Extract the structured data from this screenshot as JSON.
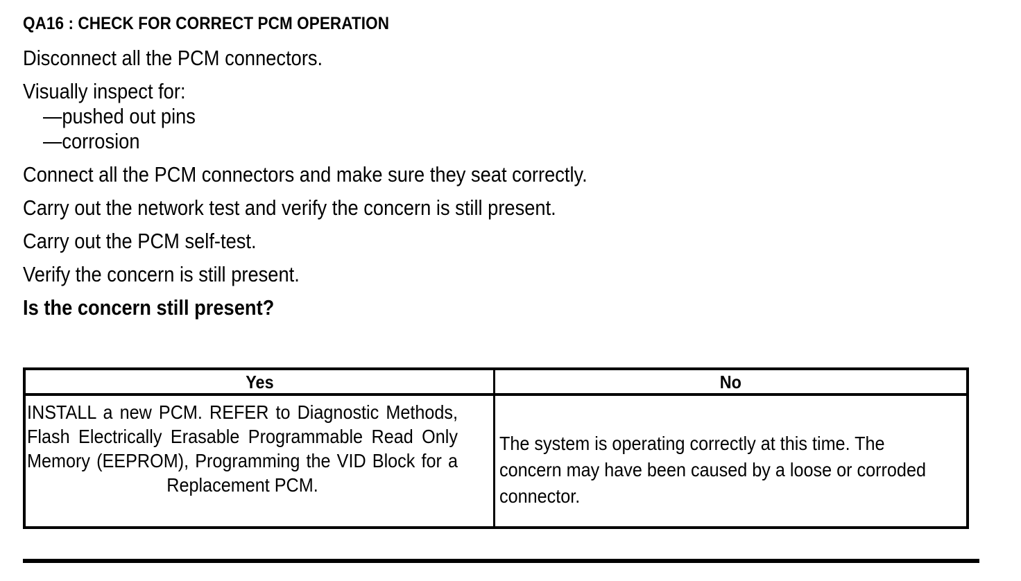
{
  "document": {
    "heading": "QA16 : CHECK FOR CORRECT PCM OPERATION",
    "steps": [
      "Disconnect all the PCM connectors.",
      "Visually inspect for:",
      "—pushed out pins",
      "—corrosion",
      "Connect all the PCM connectors and make sure they seat correctly.",
      "Carry out the network test and verify the concern is still present.",
      "Carry out the PCM self-test.",
      "Verify the concern is still present."
    ],
    "question": "Is the concern still present?"
  },
  "decision_table": {
    "headers": [
      "Yes",
      "No"
    ],
    "cells": [
      "INSTALL a new PCM. REFER to Diagnostic Methods, Flash Electrically Erasable Programmable Read Only Memory (EEPROM), Programming the VID Block for a Replacement PCM.",
      "The system is operating correctly at this time. The concern may have been caused by a loose or corroded connector."
    ]
  },
  "colors": {
    "text": "#000000",
    "background": "#ffffff",
    "rule": "#000000"
  }
}
